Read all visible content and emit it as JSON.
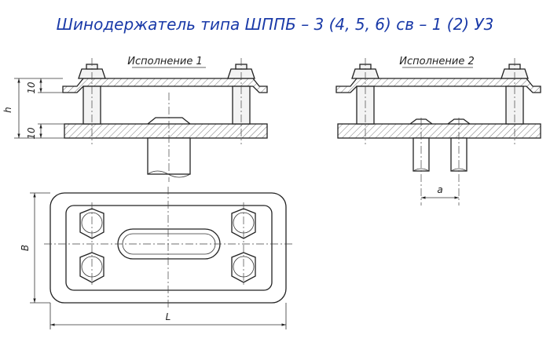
{
  "title": "Шинодержатель типа ШППБ – 3 (4, 5, 6) св – 1 (2) У3",
  "views": {
    "variant1": "Исполнение 1",
    "variant2": "Исполнение 2"
  },
  "dimensions": {
    "h": "h",
    "top_thickness": "10",
    "bottom_thickness": "10",
    "width": "B",
    "length": "L",
    "pitch": "a"
  }
}
